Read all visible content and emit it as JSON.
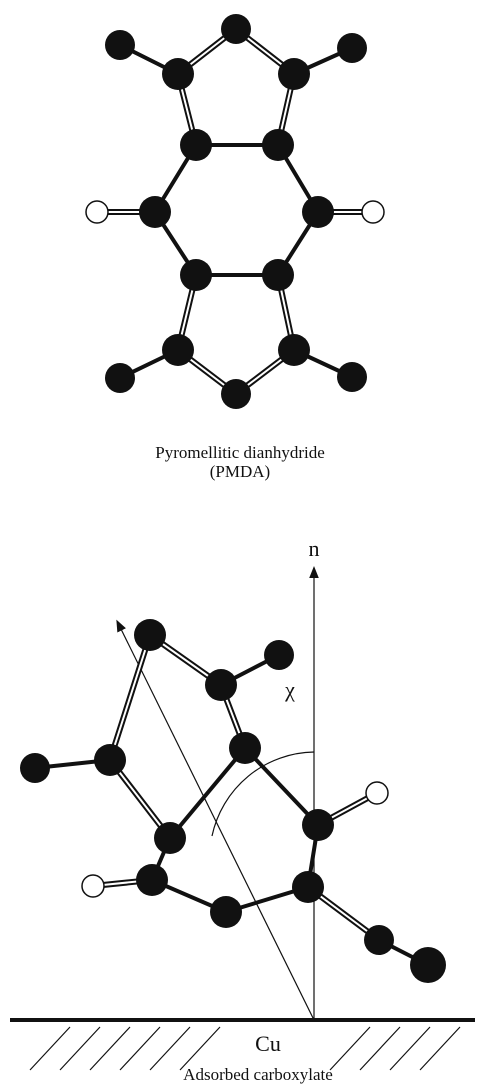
{
  "top_molecule": {
    "name_line1": "Pyromellitic dianhydride",
    "name_line2": "(PMDA)"
  },
  "bottom_molecule": {
    "normal_label": "n",
    "angle_label": "χ",
    "surface_label": "Cu",
    "caption": "Adsorbed carboxylate"
  },
  "colors": {
    "atom_dark": "#111111",
    "atom_light": "#ffffff",
    "bond": "#111111"
  }
}
